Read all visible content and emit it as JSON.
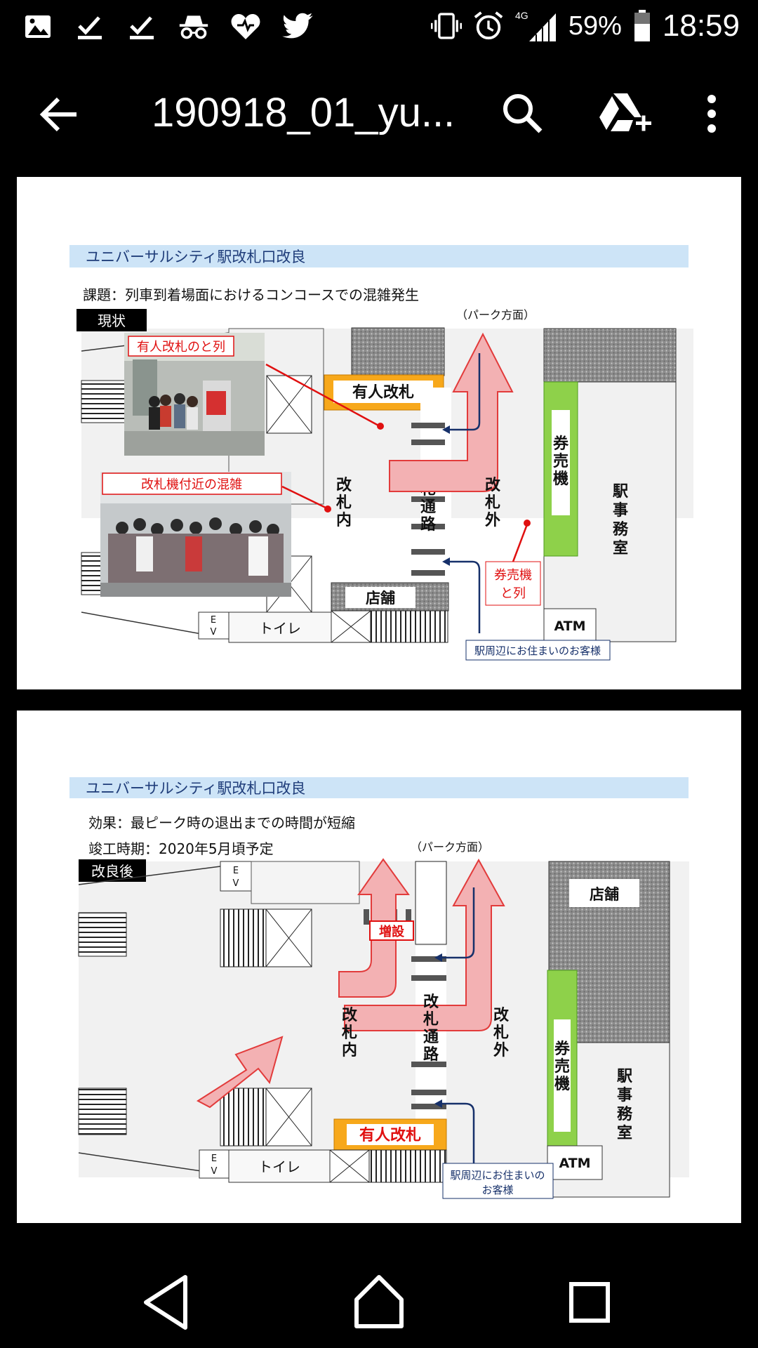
{
  "status_bar": {
    "battery": "59%",
    "time": "18:59",
    "network": "4G",
    "left_icons": [
      "image-icon",
      "check-icon",
      "check-icon",
      "incognito-icon",
      "heart-icon",
      "twitter-icon"
    ],
    "right_icons": [
      "vibrate-icon",
      "alarm-icon",
      "signal-icon",
      "battery-icon"
    ]
  },
  "app_bar": {
    "title": "190918_01_yu...",
    "icons": [
      "back-arrow-icon",
      "search-icon",
      "drive-add-icon",
      "more-vert-icon"
    ]
  },
  "slide1": {
    "heading": "ユニバーサルシティ駅改札口改良",
    "issue": "課題：列車到着場面におけるコンコースでの混雑発生",
    "badge": "現状",
    "park": "（パーク方面）",
    "manned_gate": "有人改札",
    "callout_queue": "有人改札のと列",
    "callout_crowd": "改札機付近の混雑",
    "inside": [
      "改",
      "札",
      "内"
    ],
    "passage": [
      "改",
      "札",
      "通",
      "路"
    ],
    "outside": [
      "改",
      "札",
      "外"
    ],
    "ticket_machine": [
      "券",
      "売",
      "機"
    ],
    "station_office": [
      "駅",
      "事",
      "務",
      "室"
    ],
    "ticket_queue": [
      "券売機",
      "と列"
    ],
    "shop": "店舗",
    "atm": "ATM",
    "toilet": "トイレ",
    "ev": [
      "E",
      "V"
    ],
    "residents": "駅周辺にお住まいのお客様"
  },
  "slide2": {
    "heading": "ユニバーサルシティ駅改札口改良",
    "effect": "効果：最ピーク時の退出までの時間が短縮",
    "schedule": "竣工時期：2020年5月頃予定",
    "badge": "改良後",
    "park": "（パーク方面）",
    "added": "増設",
    "inside": [
      "改",
      "札",
      "内"
    ],
    "passage": [
      "改",
      "札",
      "通",
      "路"
    ],
    "outside": [
      "改",
      "札",
      "外"
    ],
    "ticket_machine": [
      "券",
      "売",
      "機"
    ],
    "station_office": [
      "駅",
      "事",
      "務",
      "室"
    ],
    "shop": "店舗",
    "manned_gate": "有人改札",
    "atm": "ATM",
    "toilet": "トイレ",
    "ev": [
      "E",
      "V"
    ],
    "residents": [
      "駅周辺にお住まいの",
      "お客様"
    ]
  },
  "nav_bar": {
    "icons": [
      "back-triangle-icon",
      "home-icon",
      "recents-square-icon"
    ]
  },
  "colors": {
    "heading_bar": "#cde4f7",
    "heading_text": "#1f3d7a",
    "callout_red": "#e01010",
    "arrow_fill": "#f3b1b3",
    "ticket_green": "#8ed14a",
    "manned_orange": "#f7a81b",
    "hatch_gray": "#9a9a9a"
  }
}
